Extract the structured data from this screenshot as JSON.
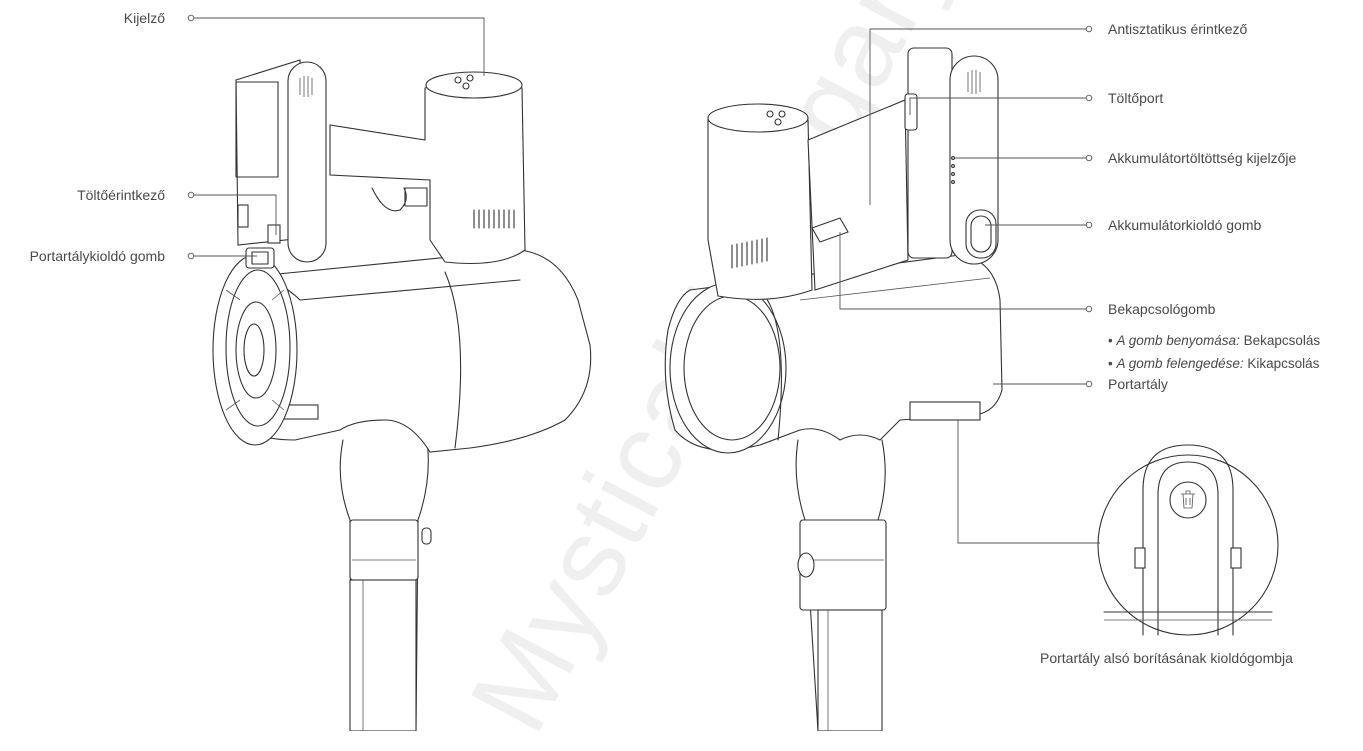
{
  "labels": {
    "kijelzo": "Kijelző",
    "toltoerintkezo": "Töltőérintkező",
    "portartalykioldo": "Portartálykioldó gomb",
    "antisztatikus": "Antisztatikus érintkező",
    "toltoport": "Töltőport",
    "akkumulator_kijelzo": "Akkumulátortöltöttség kijelzője",
    "akkumulator_kioldo": "Akkumulátorkioldó gomb",
    "bekapcsolo": "Bekapcsológomb",
    "portartaly": "Portartály",
    "also_boritas": "Portartály alsó borításának kioldógombja"
  },
  "bullets": {
    "press_prefix": "A gomb benyomása:",
    "press_value": "Bekapcsolás",
    "release_prefix": "A gomb felengedése:",
    "release_value": "Kikapcsolás",
    "marker": "•"
  },
  "watermark": "Mystical Hungary",
  "colors": {
    "ink": "#333333",
    "text": "#4a4a4a",
    "watermark": "#efefef"
  },
  "icons": [
    "trash-icon"
  ]
}
